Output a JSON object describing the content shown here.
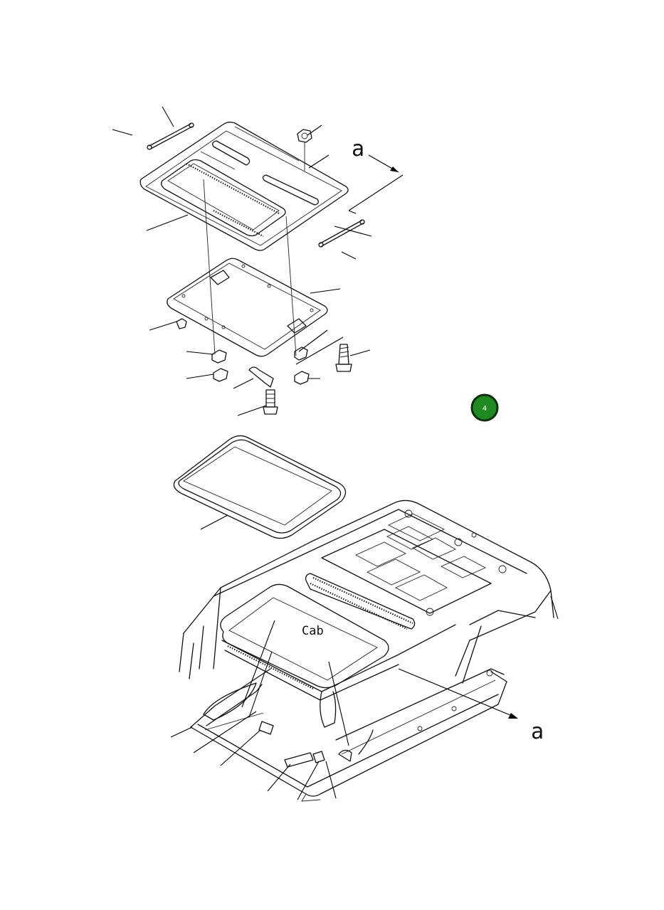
{
  "diagram": {
    "labels": {
      "ref_a_top": "a",
      "ref_a_bottom": "a",
      "cab": "Cab"
    },
    "page_badge": {
      "number": "4",
      "color": "#1f8a1f",
      "border_color": "#0b2f0b"
    }
  }
}
